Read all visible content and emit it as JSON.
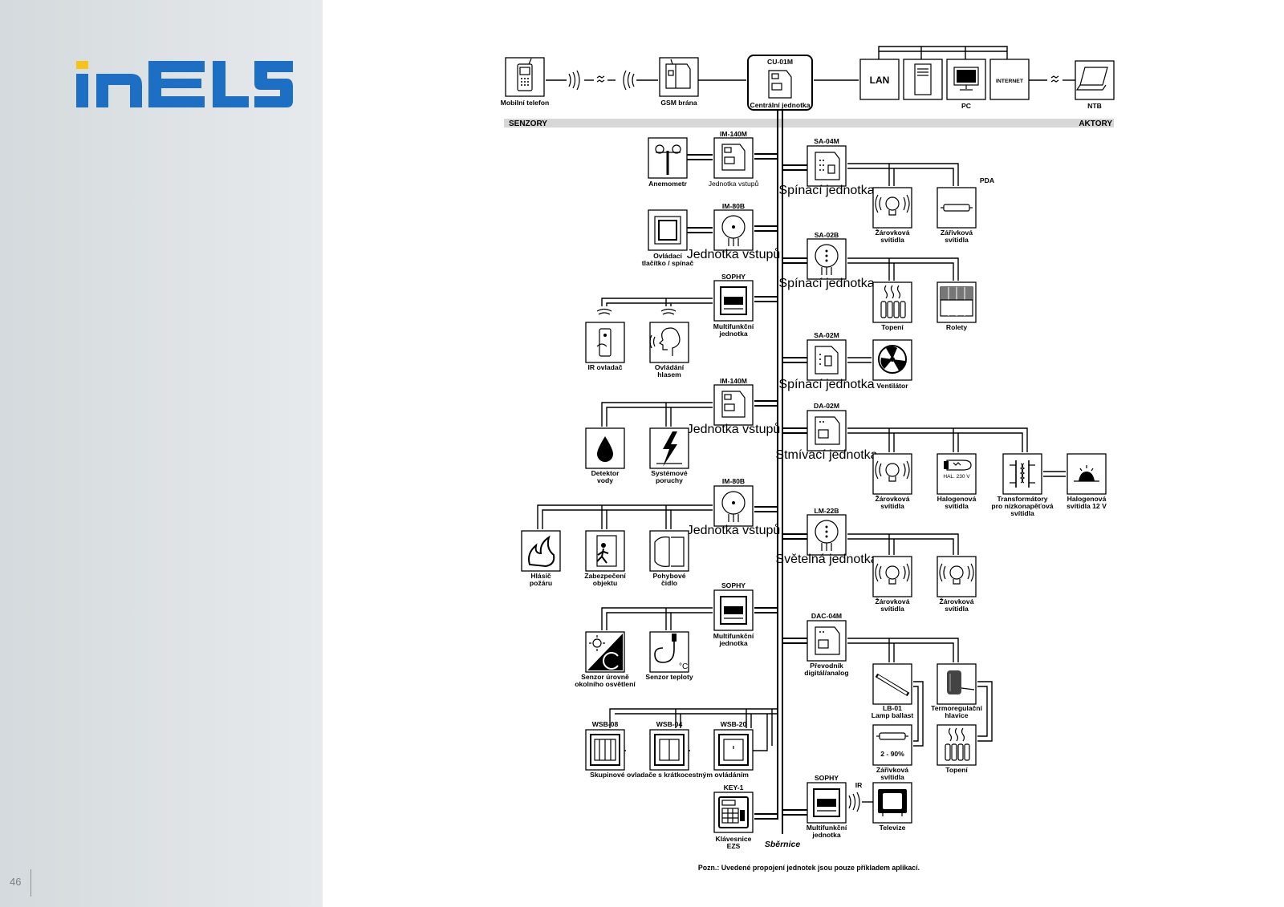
{
  "brand": {
    "logo_text": "iNELS",
    "brand_color": "#1c6fc2",
    "accent_color": "#f7c31a"
  },
  "page": {
    "number": "46"
  },
  "header": {
    "left": "SENZORY",
    "right": "AKTORY"
  },
  "bus_label": "Sběrnice",
  "note": "Pozn.: Uvedené propojení jednotek jsou pouze příkladem aplikací.",
  "top": {
    "mobile": "Mobilní telefon",
    "gsm": "GSM brána",
    "cu_code": "CU-01M",
    "cu_name": "Centrální jednotka",
    "lan": "LAN",
    "pc": "PC",
    "internet": "INTERNET",
    "ntb": "NTB"
  },
  "sensors": {
    "s1_code": "IM-140M",
    "s1_name": "Jednotka vstupů",
    "anemometr": "Anemometr",
    "s2_code": "IM-80B",
    "s2_name": "Jednotka vstupů",
    "tlacitko": [
      "Ovládací",
      "tlačítko / spínač"
    ],
    "s3_code": "SOPHY",
    "s3_name": [
      "Multifunkční",
      "jednotka"
    ],
    "ir": "IR ovladač",
    "hlas": [
      "Ovládání",
      "hlasem"
    ],
    "s4_code": "IM-140M",
    "s4_name": "Jednotka vstupů",
    "voda": [
      "Detektor",
      "vody"
    ],
    "poruchy": [
      "Systémové",
      "poruchy"
    ],
    "s5_code": "IM-80B",
    "s5_name": "Jednotka vstupů",
    "pozar": [
      "Hlásič",
      "požáru"
    ],
    "objekt": [
      "Zabezpečení",
      "objektu"
    ],
    "pohyb": [
      "Pohybové",
      "čidlo"
    ],
    "s6_code": "SOPHY",
    "s6_name": [
      "Multifunkční",
      "jednotka"
    ],
    "osvetleni": [
      "Senzor úrovně",
      "okolního osvětlení"
    ],
    "teplota": "Senzor teploty",
    "wsb": [
      "WSB-08",
      "WSB-04",
      "WSB-20"
    ],
    "wsb_caption": "Skupinové ovladače s krátkocestným ovládáním",
    "key_code": "KEY-1",
    "key_name": [
      "Klávesnice",
      "EZS"
    ]
  },
  "actors": {
    "a1_code": "SA-04M",
    "a1_name": "Spínací jednotka",
    "zarovka": [
      "Žárovková",
      "svítidla"
    ],
    "zarivka": [
      "Zářivková",
      "svítidla"
    ],
    "pda": "PDA",
    "a2_code": "SA-02B",
    "a2_name": "Spínací jednotka",
    "topeni": "Topení",
    "rolety": "Rolety",
    "a3_code": "SA-02M",
    "a3_name": "Spínací jednotka",
    "ventilator": "Ventilátor",
    "a4_code": "DA-02M",
    "a4_name": "Stmívací jednotka",
    "halogen": [
      "Halogenová",
      "svítidla"
    ],
    "hal_tag": "HAL. 230 V",
    "trafo": [
      "Transformátory",
      "pro nízkonapěťová",
      "svítidla"
    ],
    "halogen12": [
      "Halogenová",
      "svítidla 12 V"
    ],
    "a5_code": "LM-22B",
    "a5_name": "Světelná jednotka",
    "a6_code": "DAC-04M",
    "a6_name": [
      "Převodník",
      "digitál/analog"
    ],
    "lb": [
      "LB-01",
      "Lamp ballast"
    ],
    "termo": [
      "Termoregulační",
      "hlavice"
    ],
    "dim_tag": "2 - 90%",
    "topeni2": "Topení",
    "a7_code": "SOPHY",
    "a7_name": [
      "Multifunkční",
      "jednotka"
    ],
    "ir_tag": "IR",
    "tv": "Televize"
  }
}
